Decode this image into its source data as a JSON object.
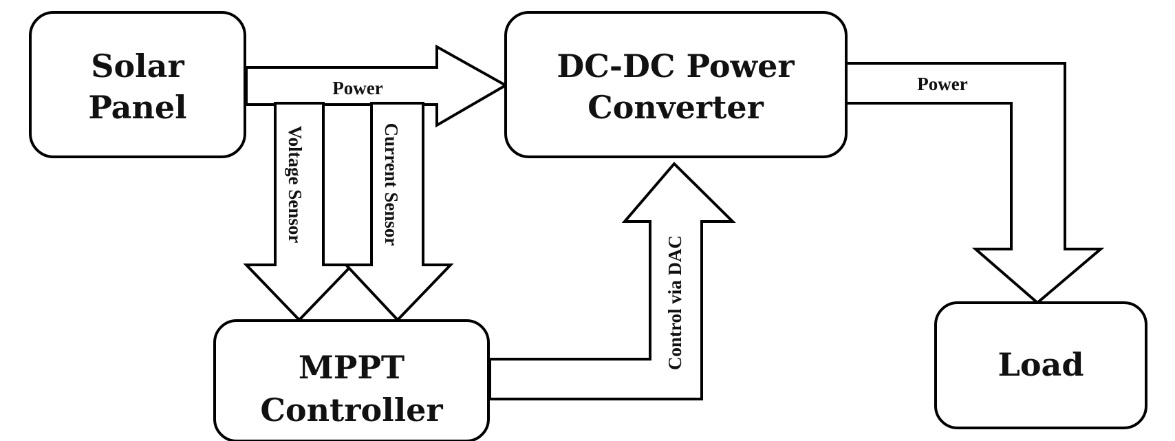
{
  "blocks": {
    "solar_panel": {
      "line1": "Solar",
      "line2": "Panel"
    },
    "dcdc_converter": {
      "line1": "DC-DC Power",
      "line2": "Converter"
    },
    "mppt_controller": {
      "line1": "MPPT",
      "line2": "Controller"
    },
    "load": {
      "label": "Load"
    }
  },
  "flows": {
    "power_in": "Power",
    "power_out": "Power",
    "voltage_sensor": "Voltage Sensor",
    "current_sensor": "Current Sensor",
    "control": "Control via DAC"
  },
  "colors": {
    "stroke": "#000000",
    "fill": "#ffffff",
    "text": "#111111"
  }
}
